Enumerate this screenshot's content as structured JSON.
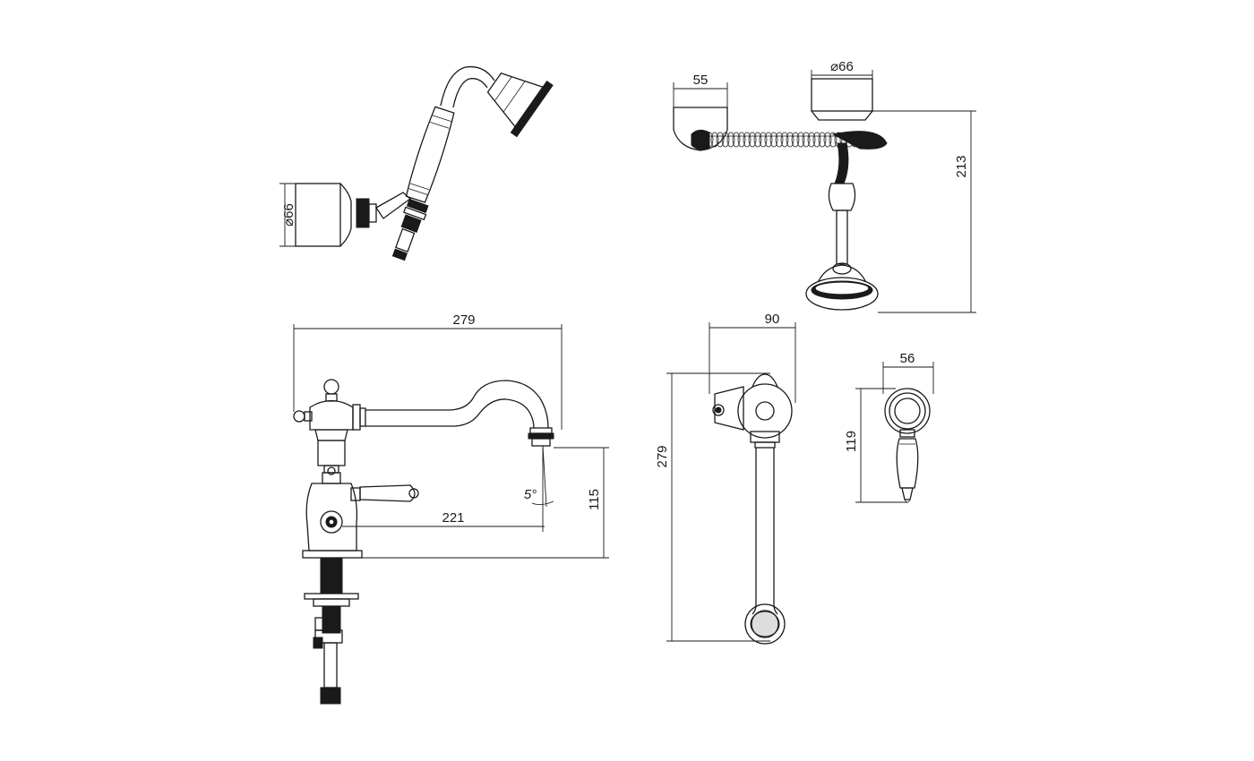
{
  "dimensions": {
    "handshower_diameter": "⌀66",
    "hook_width": "55",
    "holder_diameter": "⌀66",
    "total_height": "213",
    "spout_length": "279",
    "spout_reach": "221",
    "spout_angle": "5°",
    "spout_height": "115",
    "top_depth": "90",
    "top_length": "279",
    "handle_width": "56",
    "handle_height": "119"
  }
}
